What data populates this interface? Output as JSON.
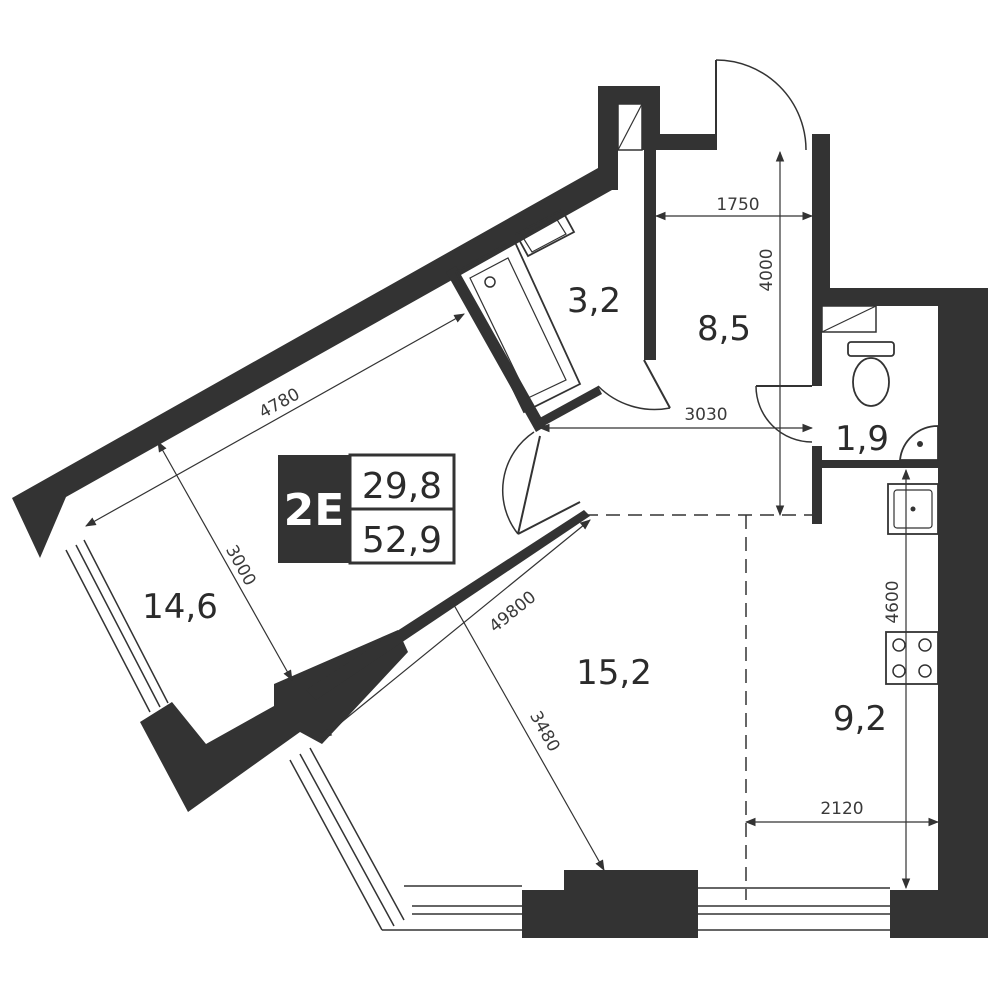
{
  "plan": {
    "apartment_type": "2E",
    "living_area": "29,8",
    "total_area": "52,9",
    "colors": {
      "wall": "#333333",
      "background": "#ffffff",
      "line": "#333333"
    },
    "rooms": {
      "bathroom": "3,2",
      "hallway": "8,5",
      "wc": "1,9",
      "bedroom": "14,6",
      "living_room": "15,2",
      "kitchen": "9,2"
    },
    "dimensions": {
      "hall_width": "1750",
      "hall_length": "4000",
      "corridor_length": "3030",
      "bedroom_length": "4780",
      "bedroom_width": "3000",
      "living_length": "49800",
      "living_width": "3480",
      "kitchen_length": "4600",
      "kitchen_width": "2120"
    }
  }
}
